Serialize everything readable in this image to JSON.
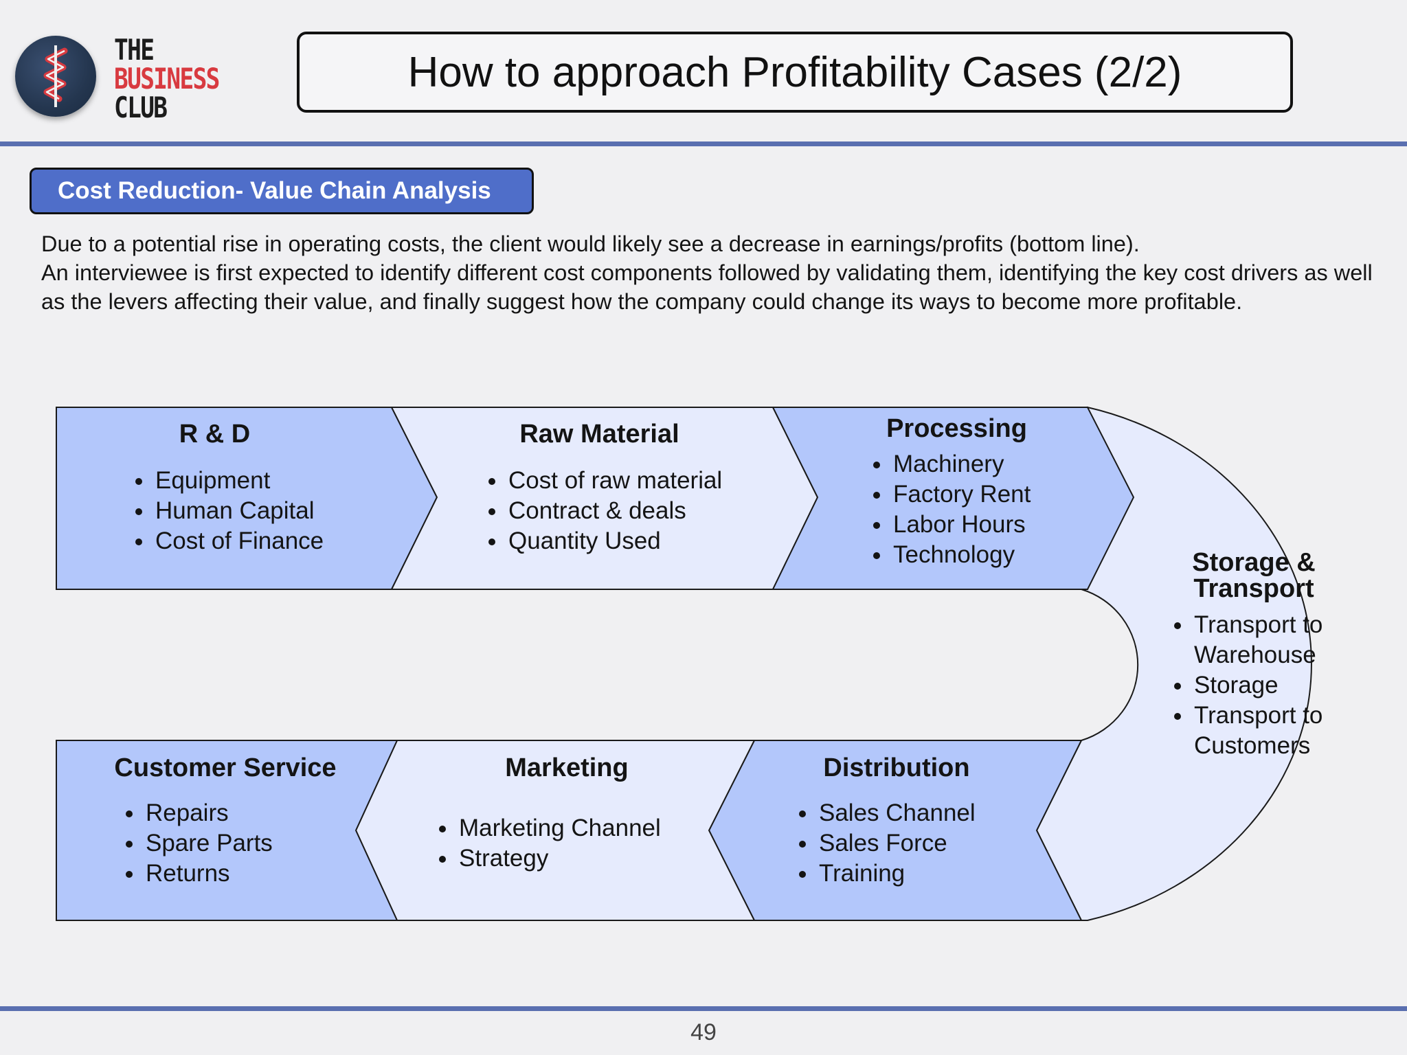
{
  "brand": {
    "line1": "THE",
    "line2": "BUSINESS",
    "line3": "CLUB",
    "logo_bg": "#24364f",
    "accent": "#d83a40"
  },
  "header": {
    "title": "How to approach Profitability Cases (2/2)"
  },
  "section": {
    "tag": "Cost Reduction- Value Chain Analysis",
    "paragraph1": "Due to a potential rise in operating costs, the client would likely see a decrease in earnings/profits (bottom line).",
    "paragraph2": "An interviewee is first expected to identify different cost components followed by validating them, identifying the key cost drivers as well as the levers affecting their value, and finally suggest how the company could change its ways to become more profitable."
  },
  "chain": {
    "rd": {
      "title": "R & D",
      "items": [
        "Equipment",
        "Human Capital",
        "Cost of Finance"
      ]
    },
    "raw": {
      "title": "Raw Material",
      "items": [
        "Cost of raw material",
        "Contract & deals",
        "Quantity Used"
      ]
    },
    "processing": {
      "title": "Processing",
      "items": [
        "Machinery",
        "Factory Rent",
        "Labor Hours",
        "Technology"
      ]
    },
    "storage": {
      "title_line1": "Storage &",
      "title_line2": "Transport",
      "items": [
        "Transport to Warehouse",
        "Storage",
        "Transport to Customers"
      ]
    },
    "distribution": {
      "title": "Distribution",
      "items": [
        "Sales Channel",
        "Sales Force",
        "Training"
      ]
    },
    "marketing": {
      "title": "Marketing",
      "items": [
        "Marketing Channel",
        "Strategy"
      ]
    },
    "customer": {
      "title": "Customer Service",
      "items": [
        "Repairs",
        "Spare Parts",
        "Returns"
      ]
    },
    "colors": {
      "dark": "#b3c7fb",
      "light": "#e6ebfd",
      "stroke": "#1a1a1a"
    }
  },
  "footer": {
    "page": "49"
  }
}
